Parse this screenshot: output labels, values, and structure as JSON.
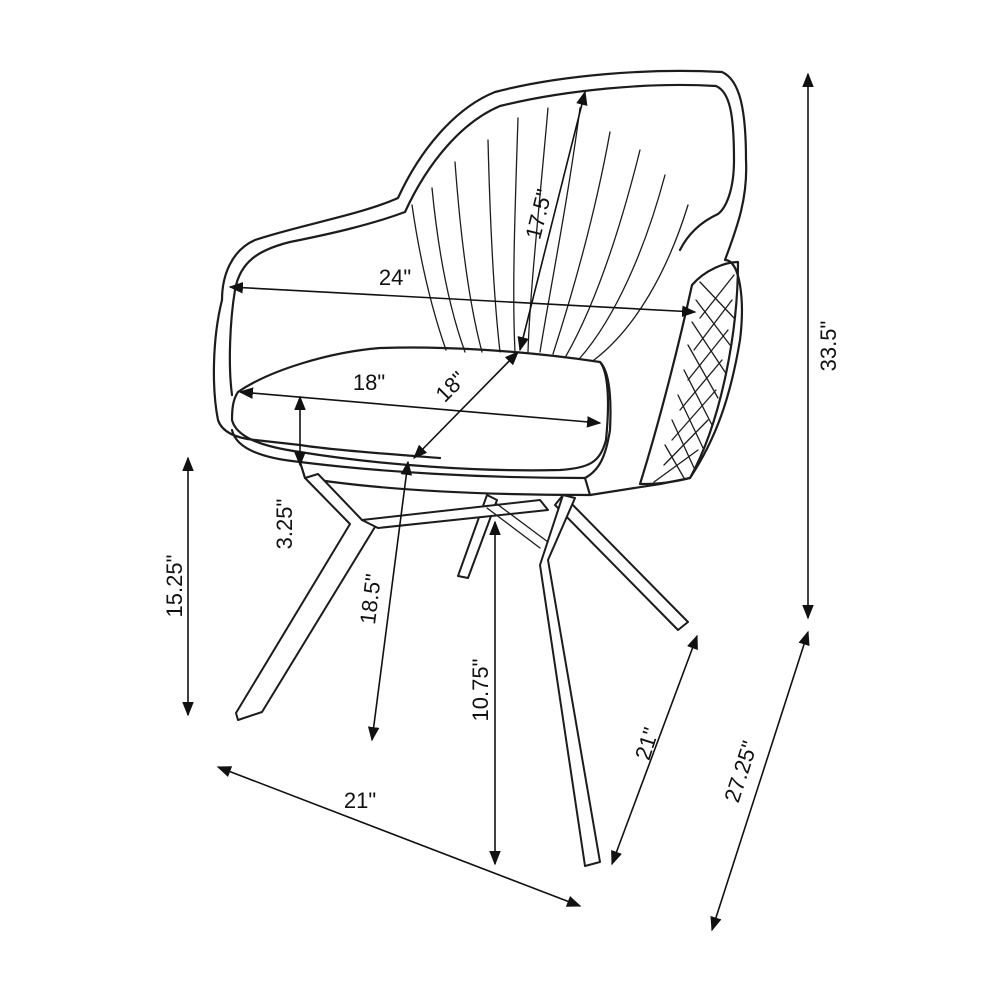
{
  "dimensions": {
    "overall_height": "33.5\"",
    "overall_depth": "27.25\"",
    "width": "24\"",
    "back_height": "17.5\"",
    "seat_width": "18\"",
    "seat_depth": "18\"",
    "seat_thickness": "3.25\"",
    "seat_height": "18.5\"",
    "arm_height": "15.25\"",
    "leg_clearance": "10.75\"",
    "base_width": "21\"",
    "base_depth": "21\""
  }
}
